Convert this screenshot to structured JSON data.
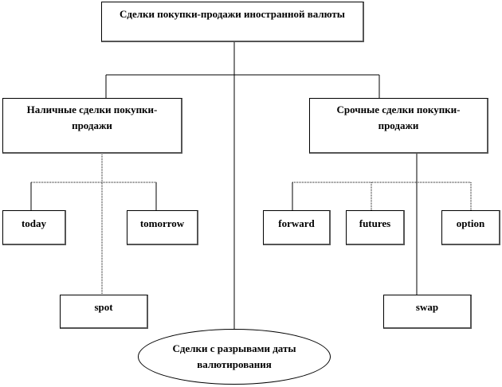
{
  "diagram": {
    "root": "Сделки покупки-продажи иностранной валюты",
    "cash": "Наличные сделки покупки-продажи",
    "forward_group": "Срочные сделки покупки-продажи",
    "today": "today",
    "tomorrow": "tomorrow",
    "spot": "spot",
    "forward": "forward",
    "futures": "futures",
    "option": "option",
    "swap": "swap",
    "gap_deals": "Сделки с разрывами даты валютирования"
  }
}
